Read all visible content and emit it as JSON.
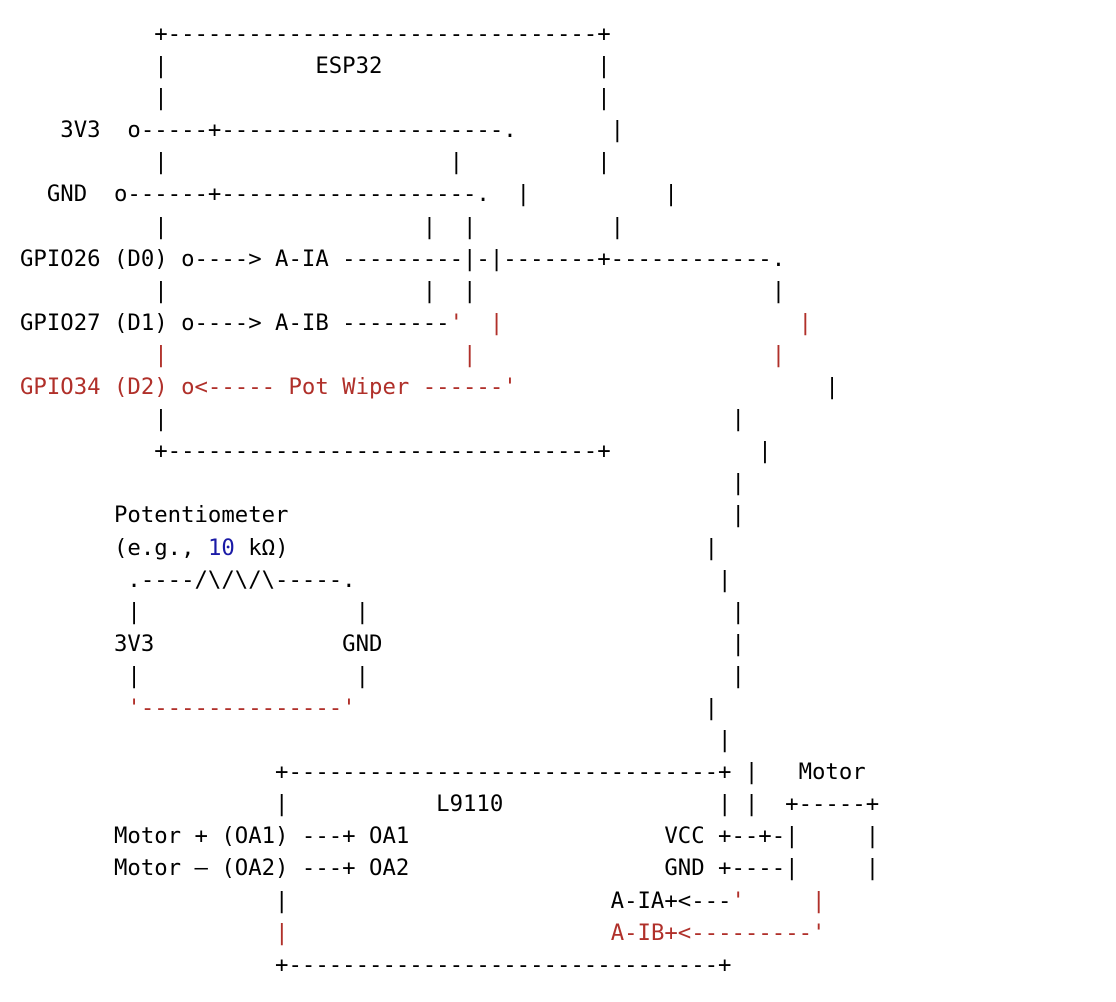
{
  "colors": {
    "default": "#000000",
    "red": "#b0302a",
    "blue": "#1a1aa6"
  },
  "lines": [
    [
      {
        "t": "          +--------------------------------+"
      }
    ],
    [
      {
        "t": "          |           ESP32                |"
      }
    ],
    [
      {
        "t": "          |                                |"
      }
    ],
    [
      {
        "t": "   3V3  o-----+---------------------.       |"
      }
    ],
    [
      {
        "t": "          |                     |          |"
      }
    ],
    [
      {
        "t": "  GND  o------+-------------------.  |          |"
      }
    ],
    [
      {
        "t": "          |                   |  |          |"
      }
    ],
    [
      {
        "t": "GPIO26 (D0) o----> A-IA ---------|-|-------+------------."
      }
    ],
    [
      {
        "t": "          |                   |  |                      |"
      }
    ],
    [
      {
        "t": "GPIO27 (D1) o----> A-IB --------"
      },
      {
        "t": "'",
        "c": "red"
      },
      {
        "t": "  "
      },
      {
        "t": "|",
        "c": "red"
      },
      {
        "t": "                      "
      },
      {
        "t": "|",
        "c": "red"
      }
    ],
    [
      {
        "t": "          "
      },
      {
        "t": "|",
        "c": "red"
      },
      {
        "t": "                      "
      },
      {
        "t": "|",
        "c": "red"
      },
      {
        "t": "                      "
      },
      {
        "t": "|",
        "c": "red"
      }
    ],
    [
      {
        "t": "GPIO34 (D2) o<----- Pot Wiper ------'",
        "c": "red"
      },
      {
        "t": "                       |"
      }
    ],
    [
      {
        "t": "          |                                          |"
      }
    ],
    [
      {
        "t": "          +--------------------------------+           |"
      }
    ],
    [
      {
        "t": "                                                     |"
      }
    ],
    [
      {
        "t": "       Potentiometer                                 |"
      }
    ],
    [
      {
        "t": "       (e.g., "
      },
      {
        "t": "10",
        "c": "blue"
      },
      {
        "t": " kΩ)                               |"
      }
    ],
    [
      {
        "t": "        .----/\\/\\/\\-----.                           |"
      }
    ],
    [
      {
        "t": "        |                |                           |"
      }
    ],
    [
      {
        "t": "       3V3              GND                          |"
      }
    ],
    [
      {
        "t": "        |                |                           |"
      }
    ],
    [
      {
        "t": "        "
      },
      {
        "t": "'---------------'",
        "c": "red"
      },
      {
        "t": "                          |"
      }
    ],
    [
      {
        "t": "                                                    |"
      }
    ],
    [
      {
        "t": "                   +--------------------------------+ |   Motor"
      }
    ],
    [
      {
        "t": "                   |           L9110                | |  +-----+"
      }
    ],
    [
      {
        "t": "       Motor + (OA1) ---+ OA1                   VCC +--+-|     |"
      }
    ],
    [
      {
        "t": "       Motor – (OA2) ---+ OA2                   GND +----|     |"
      }
    ],
    [
      {
        "t": "                   |                        A-IA+<---"
      },
      {
        "t": "'",
        "c": "red"
      },
      {
        "t": "     "
      },
      {
        "t": "|",
        "c": "red"
      }
    ],
    [
      {
        "t": "                   "
      },
      {
        "t": "|",
        "c": "red"
      },
      {
        "t": "                        "
      },
      {
        "t": "A-IB+<---------'",
        "c": "red"
      }
    ],
    [
      {
        "t": "                   +--------------------------------+"
      }
    ]
  ]
}
